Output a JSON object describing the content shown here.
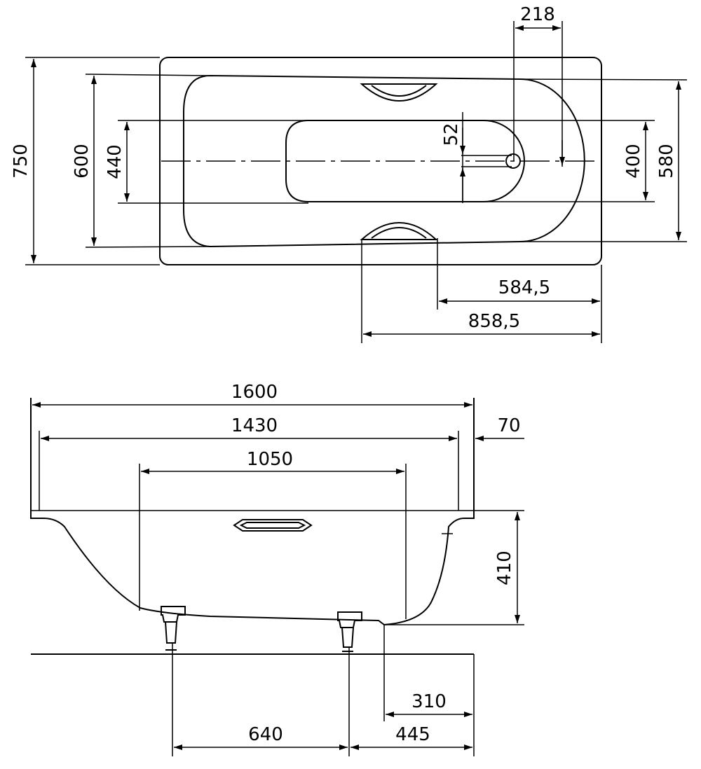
{
  "top_view": {
    "dims": {
      "overall_width": "750",
      "rim_width": "600",
      "floor_width_left": "440",
      "drain_offset": "52",
      "drain_to_end": "218",
      "floor_width_right": "400",
      "rim_width_right": "580",
      "handle_inner": "584,5",
      "handle_outer": "858,5"
    }
  },
  "side_view": {
    "dims": {
      "overall_length": "1600",
      "inner_length": "1430",
      "rim_edge": "70",
      "floor_length": "1050",
      "depth": "410",
      "drain_from_end": "310",
      "feet_spacing": "640",
      "foot_to_end": "445"
    }
  }
}
